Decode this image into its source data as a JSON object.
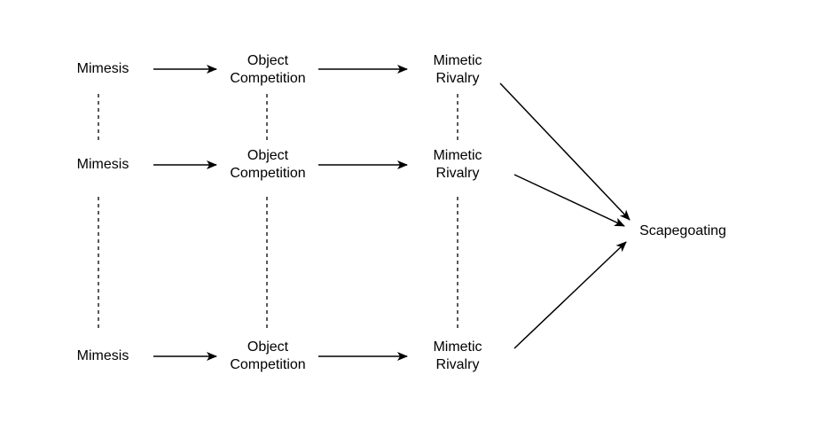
{
  "rows": [
    {
      "mimesis": "Mimesis",
      "object_competition": [
        "Object",
        "Competition"
      ],
      "mimetic_rivalry": [
        "Mimetic",
        "Rivalry"
      ]
    },
    {
      "mimesis": "Mimesis",
      "object_competition": [
        "Object",
        "Competition"
      ],
      "mimetic_rivalry": [
        "Mimetic",
        "Rivalry"
      ]
    },
    {
      "mimesis": "Mimesis",
      "object_competition": [
        "Object",
        "Competition"
      ],
      "mimetic_rivalry": [
        "Mimetic",
        "Rivalry"
      ]
    }
  ],
  "outcome": "Scapegoating",
  "colors": {
    "stroke": "#000000",
    "background": "#ffffff"
  }
}
